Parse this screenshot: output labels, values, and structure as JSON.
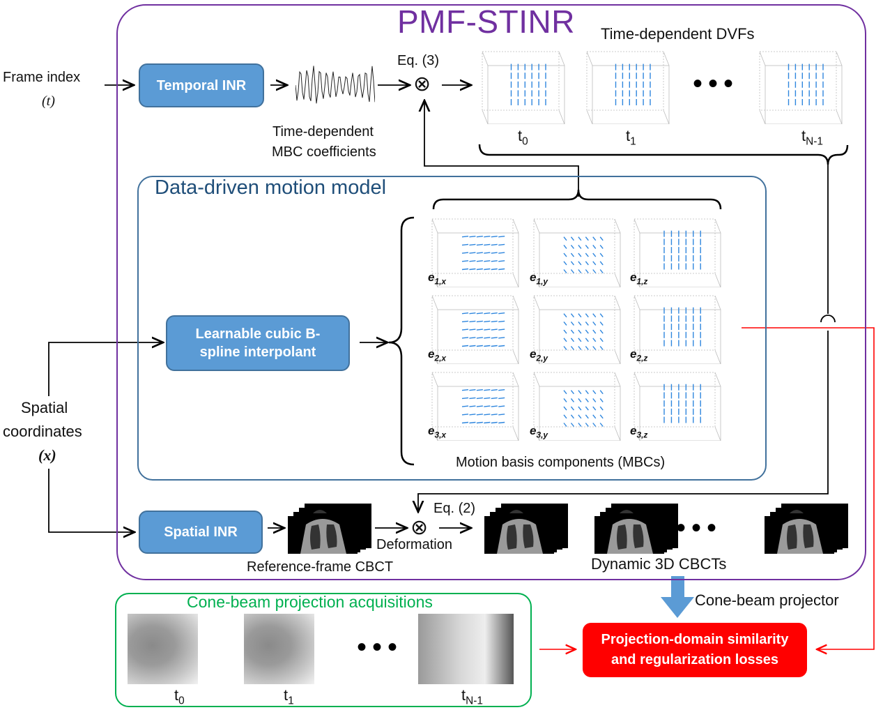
{
  "title": "PMF-STINR",
  "inputs": {
    "frame_index": {
      "line1": "Frame index",
      "line2": "(t)"
    },
    "spatial_coordinates": {
      "line1": "Spatial",
      "line2": "coordinates",
      "line3": "(x)"
    }
  },
  "blocks": {
    "temporal_inr": "Temporal INR",
    "bspline_line1": "Learnable cubic B-",
    "bspline_line2": "spline interpolant",
    "spatial_inr": "Spatial INR",
    "loss_line1": "Projection-domain similarity",
    "loss_line2": "and regularization losses"
  },
  "labels": {
    "mbc_coeff_line1": "Time-dependent",
    "mbc_coeff_line2": "MBC coefficients",
    "eq3": "Eq. (3)",
    "eq2": "Eq. (2)",
    "dvfs_title": "Time-dependent DVFs",
    "motion_model_title": "Data-driven motion model",
    "mbcs_caption": "Motion basis components (MBCs)",
    "deformation": "Deformation",
    "reference_cbct": "Reference-frame CBCT",
    "dynamic_cbcts": "Dynamic 3D CBCTs",
    "cone_beam_projector": "Cone-beam projector",
    "projections_title": "Cone-beam projection acquisitions",
    "operator_symbol": "⊗",
    "ellipsis": "•••"
  },
  "time_labels": {
    "t0": "t",
    "t0_sub": "0",
    "t1": "t",
    "t1_sub": "1",
    "tn": "t",
    "tn_sub": "N-1"
  },
  "mbc_grid": [
    [
      {
        "base": "e",
        "sub": "1,x"
      },
      {
        "base": "e",
        "sub": "1,y"
      },
      {
        "base": "e",
        "sub": "1,z"
      }
    ],
    [
      {
        "base": "e",
        "sub": "2,x"
      },
      {
        "base": "e",
        "sub": "2,y"
      },
      {
        "base": "e",
        "sub": "2,z"
      }
    ],
    [
      {
        "base": "e",
        "sub": "3,x"
      },
      {
        "base": "e",
        "sub": "3,y"
      },
      {
        "base": "e",
        "sub": "3,z"
      }
    ]
  ],
  "colors": {
    "outer_border": "#7030a0",
    "block_fill": "#5b9bd5",
    "motion_model_border": "#41719c",
    "projections_border": "#00b050",
    "loss_fill": "#ff0000",
    "vector_color": "#2e86de"
  }
}
